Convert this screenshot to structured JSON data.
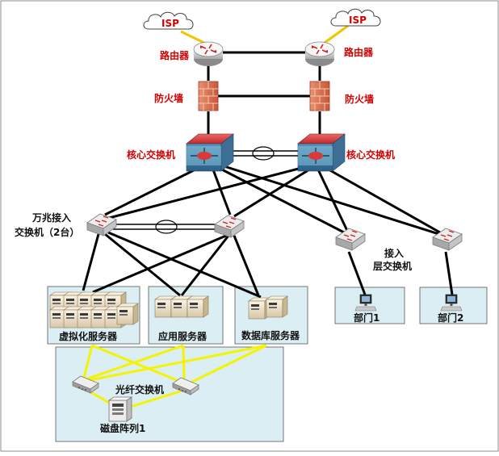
{
  "labels": {
    "isp": "ISP",
    "router": "路由器",
    "firewall": "防火墙",
    "core_switch": "核心交换机",
    "tengig_line1": "万兆接入",
    "tengig_line2": "交换机（2台）",
    "access_line1": "接入",
    "access_line2": "层交换机",
    "dept1": "部门1",
    "dept2": "部门2",
    "virtual_servers": "虚拟化服务器",
    "app_servers": "应用服务器",
    "db_servers": "数据库服务器",
    "fiber_switch": "光纤交换机",
    "disk_array": "磁盘阵列1"
  },
  "colors": {
    "label_red": "#d40000",
    "fiber_link": "#f4f400",
    "isp_link": "#f2c400",
    "panel_fill": "#dbeef4",
    "link": "#000000"
  },
  "icons": [
    "cloud-icon",
    "router-icon",
    "firewall-icon",
    "core-switch-icon",
    "switch-icon",
    "server-icon",
    "pc-icon",
    "fiber-switch-icon",
    "disk-array-icon"
  ]
}
